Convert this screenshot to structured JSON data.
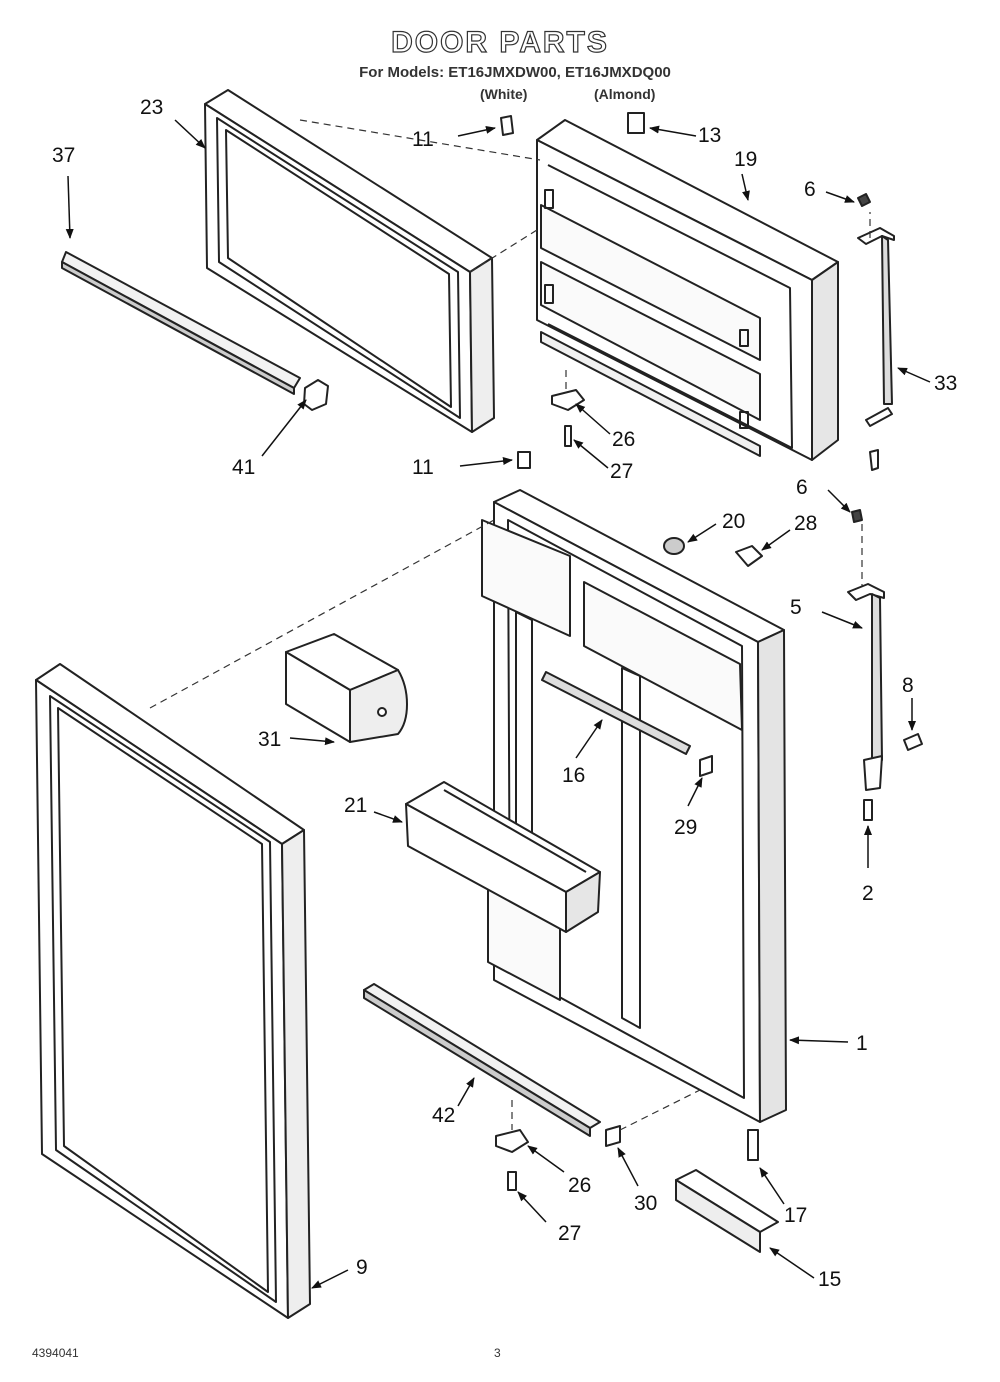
{
  "header": {
    "title": "DOOR PARTS",
    "models_line": "For Models: ET16JMXDW00, ET16JMXDQ00",
    "model_white": "(White)",
    "model_almond": "(Almond)"
  },
  "footer": {
    "part_number": "4394041",
    "page_number": "3"
  },
  "callouts": {
    "c23": "23",
    "c37": "37",
    "c11a": "11",
    "c13": "13",
    "c19": "19",
    "c6a": "6",
    "c33": "33",
    "c41": "41",
    "c26a": "26",
    "c27a": "27",
    "c11b": "11",
    "c6b": "6",
    "c20": "20",
    "c28": "28",
    "c5": "5",
    "c8": "8",
    "c31": "31",
    "c16": "16",
    "c21": "21",
    "c29": "29",
    "c2": "2",
    "c1": "1",
    "c42": "42",
    "c26b": "26",
    "c30": "30",
    "c17": "17",
    "c27b": "27",
    "c15": "15",
    "c9": "9"
  }
}
